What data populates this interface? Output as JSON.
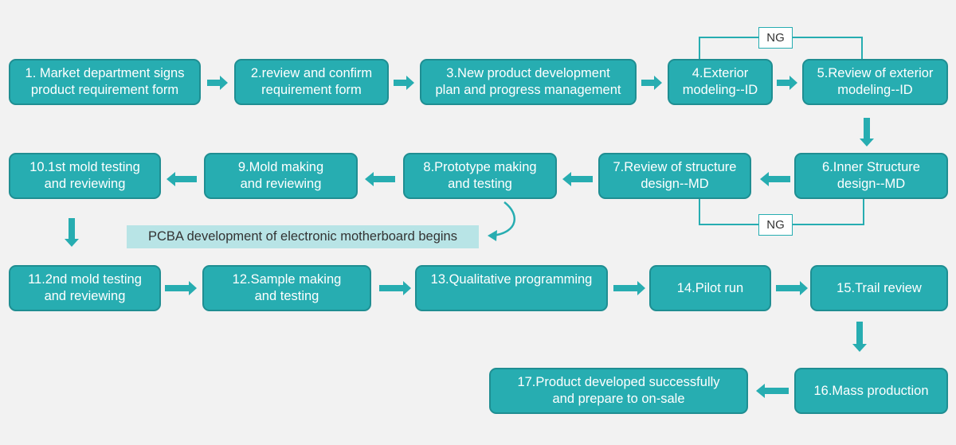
{
  "steps": {
    "s1": "1. Market department signs\nproduct requirement form",
    "s2": "2.review and confirm\nrequirement form",
    "s3": "3.New product development\nplan and progress management",
    "s4": "4.Exterior\nmodeling--ID",
    "s5": "5.Review of exterior\nmodeling--ID",
    "s6": "6.Inner Structure\ndesign--MD",
    "s7": "7.Review of structure\ndesign--MD",
    "s8": "8.Prototype making\nand testing",
    "s9": "9.Mold making\nand reviewing",
    "s10": "10.1st mold testing\nand reviewing",
    "s11": "11.2nd mold testing\nand reviewing",
    "s12": "12.Sample making\nand testing",
    "s13": "13.Qualitative programming",
    "s14": "14.Pilot run",
    "s15": "15.Trail review",
    "s16": "16.Mass production",
    "s17": "17.Product developed successfully\nand prepare to on-sale"
  },
  "note": "PCBA development of electronic motherboard begins",
  "ng_label": "NG",
  "colors": {
    "box_fill": "#27adb1",
    "box_border": "#1f8e92",
    "arrow": "#27adb1",
    "note_fill": "#b8e4e6",
    "background": "#f2f2f2"
  }
}
